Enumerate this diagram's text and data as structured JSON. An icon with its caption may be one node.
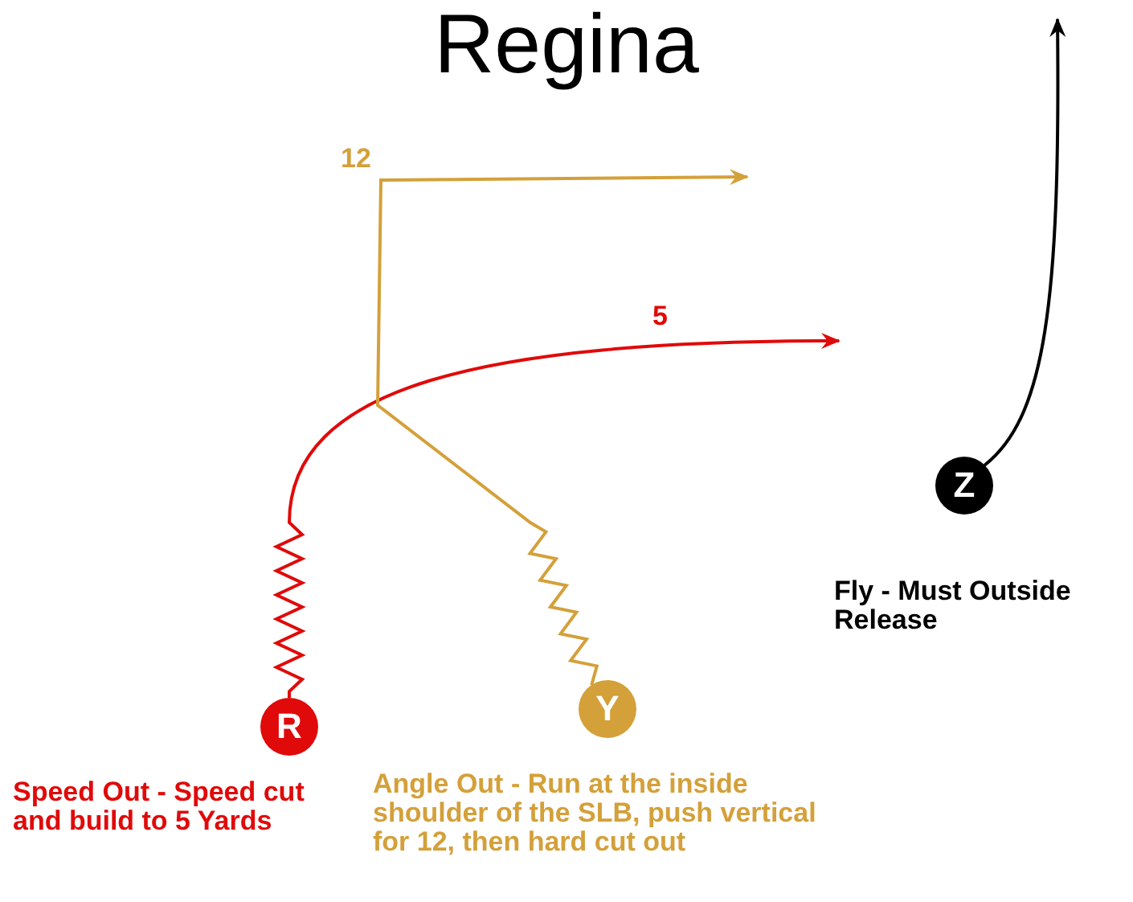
{
  "diagram": {
    "title": "Regina",
    "nodes": [
      {
        "text": [
          "R"
        ],
        "beside": [
          "Speed Out - Speed cut and build to 5 Yards"
        ]
      },
      {
        "text": [
          "Y"
        ],
        "beside": [
          "Angle Out - Run at the inside shoulder of the SLB, push vertical for 12, then hard cut out"
        ]
      },
      {
        "text": [
          "Z"
        ],
        "beside": [
          "Fly - Must Outside Release"
        ]
      }
    ],
    "edges": [
      {
        "from": 0,
        "to": null,
        "arrow": "to",
        "label": "5",
        "color": "#e00a0a"
      },
      {
        "from": 1,
        "to": null,
        "arrow": "to",
        "label": "12",
        "color": "#d4a03a"
      },
      {
        "from": 2,
        "to": null,
        "arrow": "to",
        "color": "#000000"
      }
    ]
  }
}
